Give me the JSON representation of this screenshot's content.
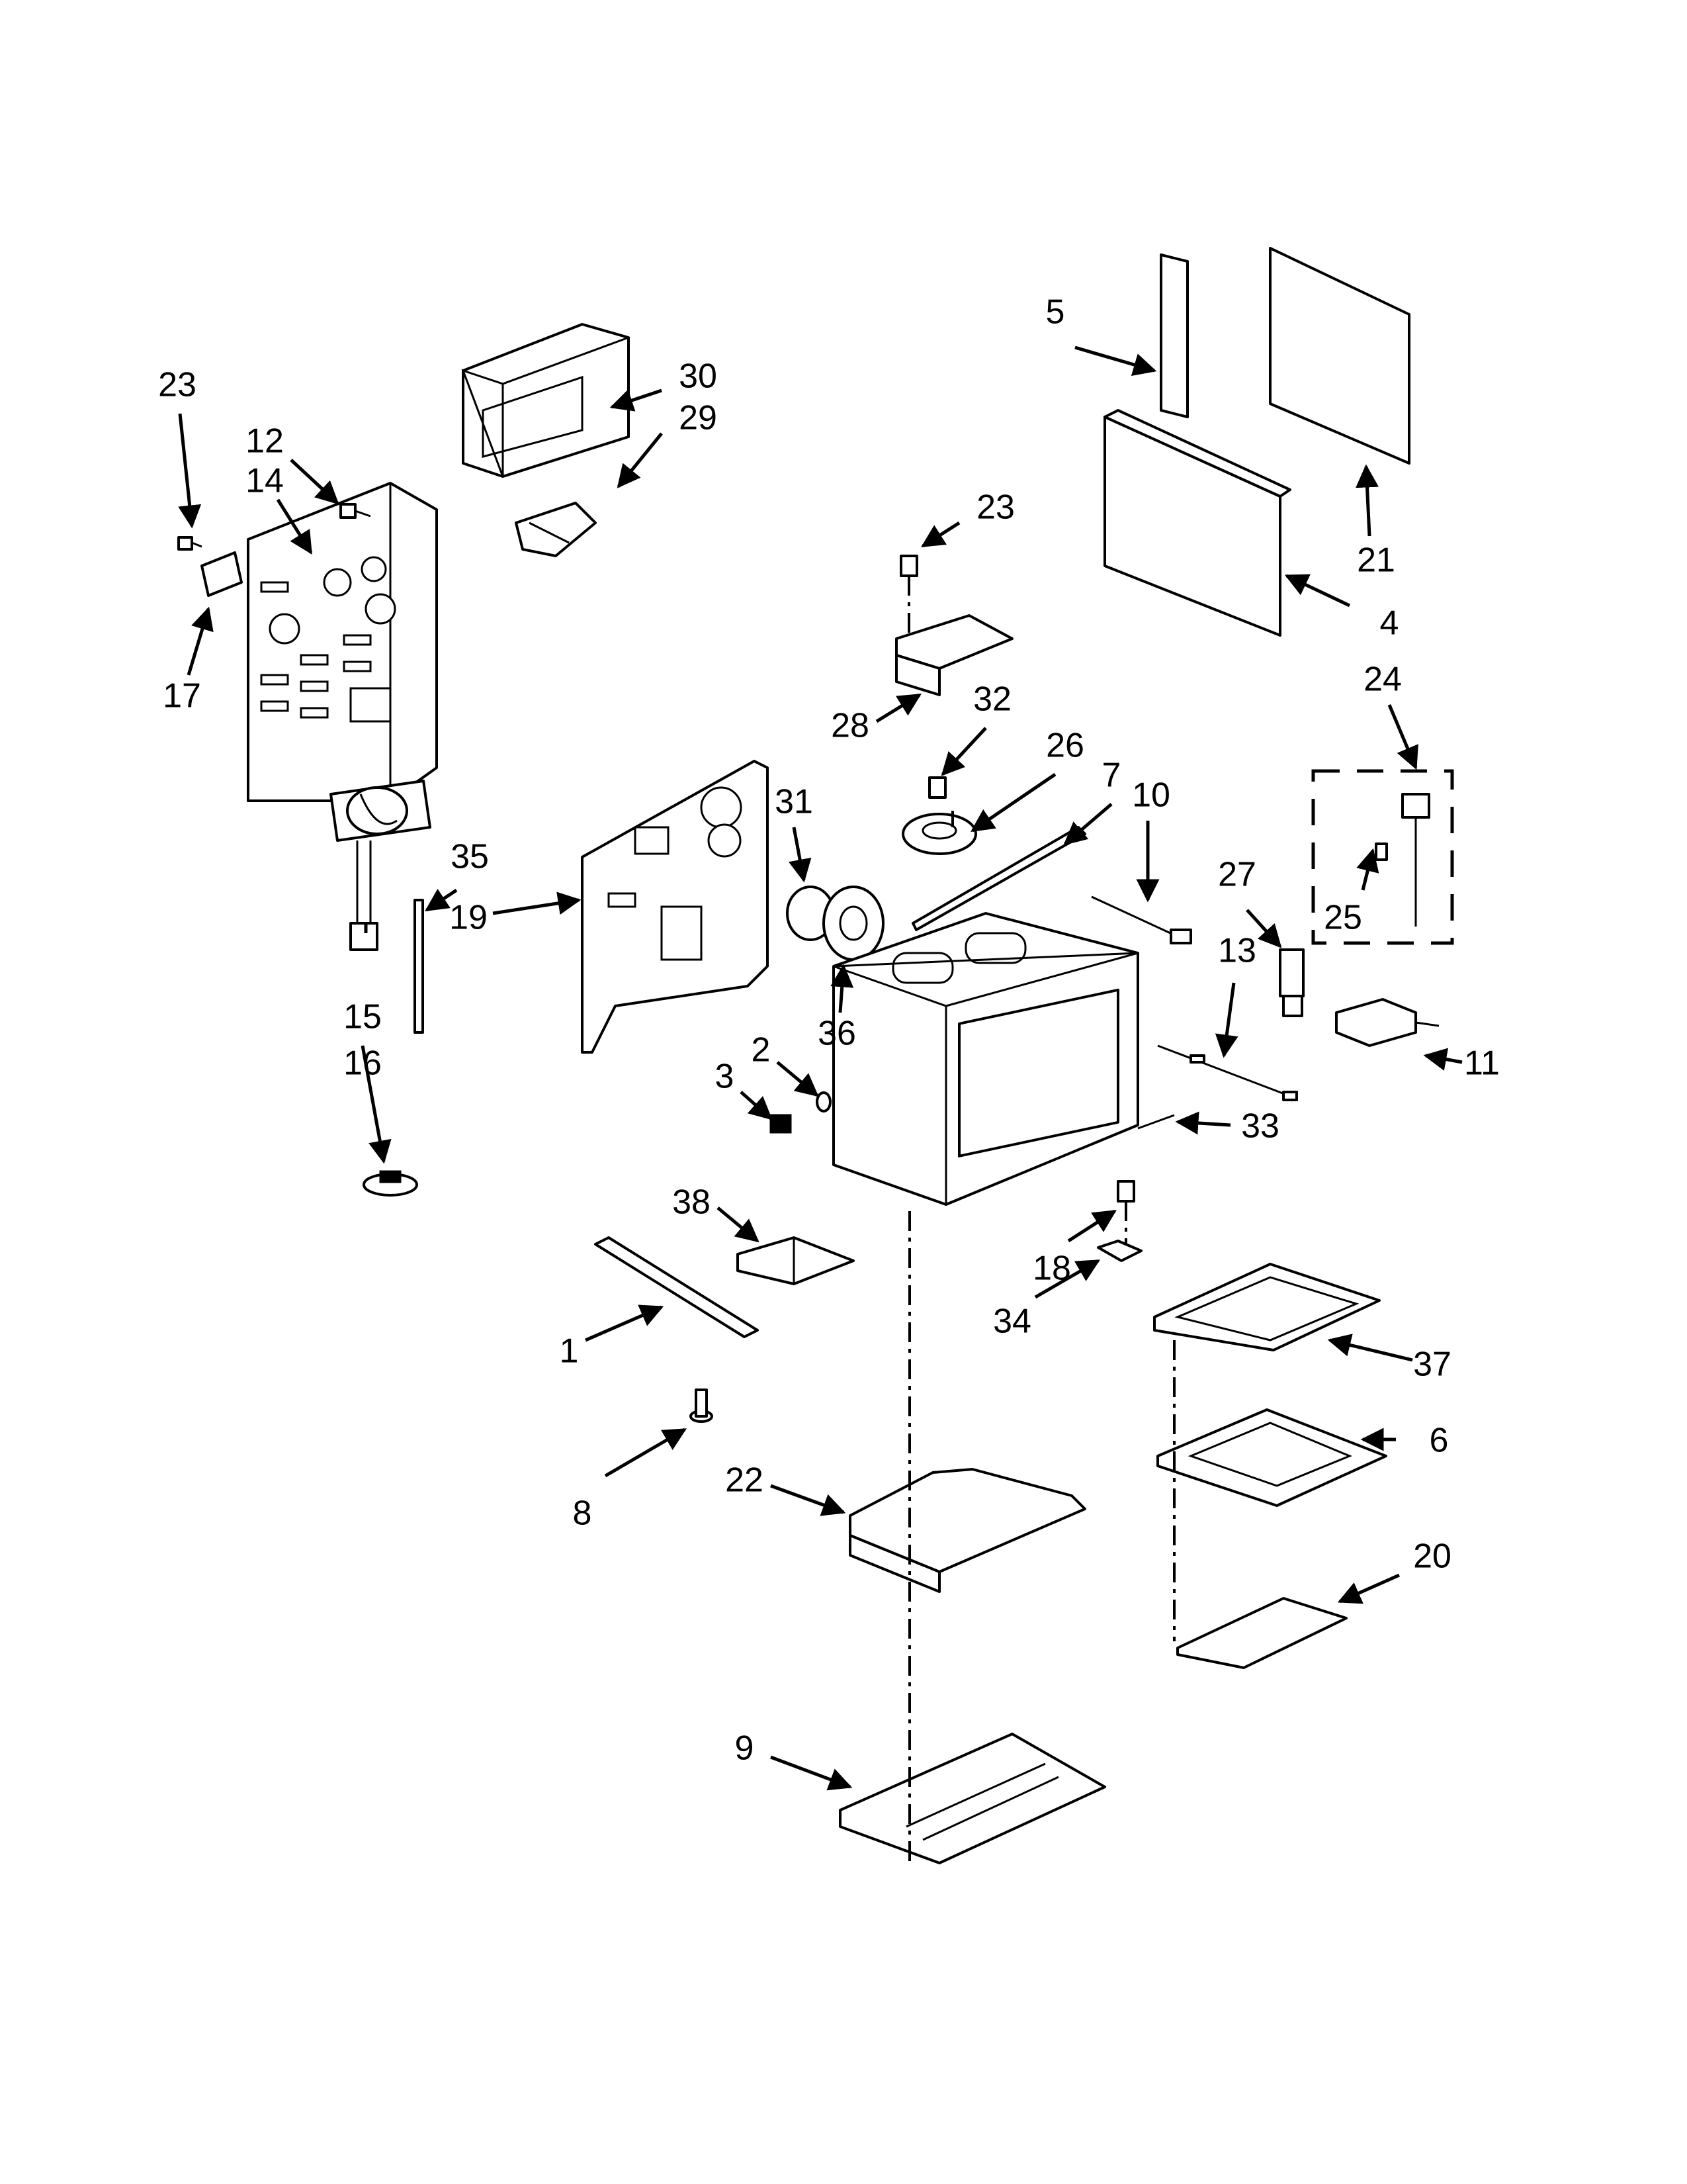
{
  "diagram": {
    "type": "exploded-parts-view",
    "line_color": "#000000",
    "background": "#ffffff"
  },
  "callouts": {
    "c1": "1",
    "c2": "2",
    "c3": "3",
    "c4": "4",
    "c5": "5",
    "c6": "6",
    "c7": "7",
    "c8": "8",
    "c9": "9",
    "c10": "10",
    "c11": "11",
    "c12": "12",
    "c13": "13",
    "c14": "14",
    "c15": "15",
    "c16": "16",
    "c17": "17",
    "c18": "18",
    "c19": "19",
    "c20": "20",
    "c21": "21",
    "c22": "22",
    "c23a": "23",
    "c23b": "23",
    "c24": "24",
    "c25": "25",
    "c26": "26",
    "c27": "27",
    "c28": "28",
    "c29": "29",
    "c30": "30",
    "c31": "31",
    "c32": "32",
    "c33": "33",
    "c34": "34",
    "c35": "35",
    "c36": "36",
    "c37": "37",
    "c38": "38"
  }
}
